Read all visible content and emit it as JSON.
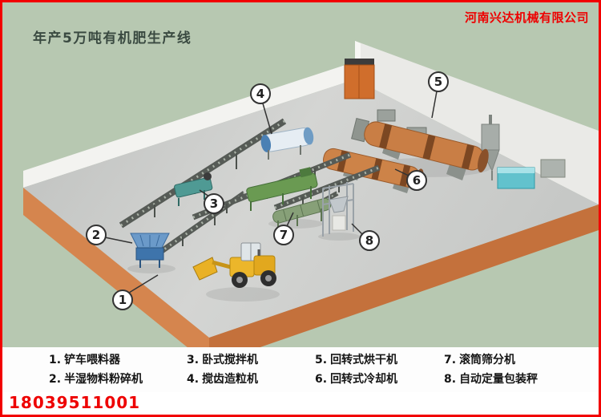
{
  "header": {
    "company": "河南兴达机械有限公司",
    "title": "年产5万吨有机肥生产线"
  },
  "callouts": [
    "1",
    "2",
    "3",
    "4",
    "5",
    "6",
    "7",
    "8"
  ],
  "legend": [
    {
      "num": "1.",
      "label": "铲车喂料器"
    },
    {
      "num": "2.",
      "label": "半湿物料粉碎机"
    },
    {
      "num": "3.",
      "label": "卧式搅拌机"
    },
    {
      "num": "4.",
      "label": "搅齿造粒机"
    },
    {
      "num": "5.",
      "label": "回转式烘干机"
    },
    {
      "num": "6.",
      "label": "回转式冷却机"
    },
    {
      "num": "7.",
      "label": "滚筒筛分机"
    },
    {
      "num": "8.",
      "label": "自动定量包装秤"
    }
  ],
  "footer": {
    "phone": "18039511001"
  },
  "colors": {
    "border_red": "#f20000",
    "accent_red": "#ee0000",
    "background_green": "#b7c8b1",
    "platform_orange": "#d5854e",
    "floor_gray": "#cfd0ce",
    "dryer_orange": "#c97e45",
    "feeder_blue": "#3e74ab",
    "loader_yellow": "#ecb62a"
  }
}
